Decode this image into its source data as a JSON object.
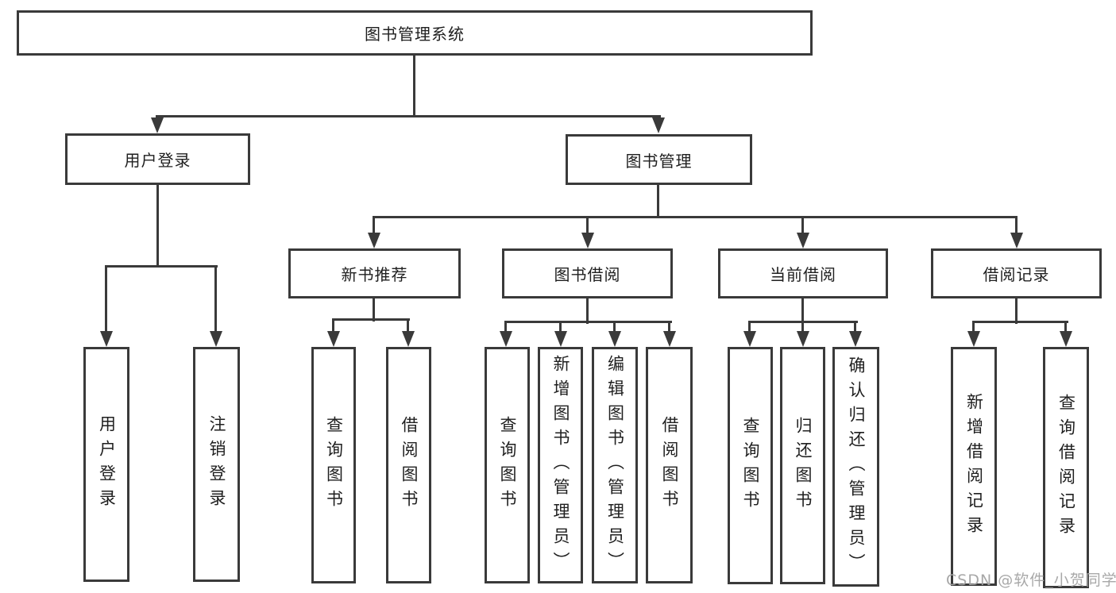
{
  "tree": {
    "root": {
      "label": "图书管理系统"
    },
    "branches": [
      {
        "label": "用户登录",
        "children": [
          {
            "label": "用户登录"
          },
          {
            "label": "注销登录"
          }
        ]
      },
      {
        "label": "图书管理",
        "children": [
          {
            "label": "新书推荐",
            "children": [
              {
                "label": "查询图书"
              },
              {
                "label": "借阅图书"
              }
            ]
          },
          {
            "label": "图书借阅",
            "children": [
              {
                "label": "查询图书"
              },
              {
                "label": "新增图书（管理员）"
              },
              {
                "label": "编辑图书（管理员）"
              },
              {
                "label": "借阅图书"
              }
            ]
          },
          {
            "label": "当前借阅",
            "children": [
              {
                "label": "查询图书"
              },
              {
                "label": "归还图书"
              },
              {
                "label": "确认归还（管理员）"
              }
            ]
          },
          {
            "label": "借阅记录",
            "children": [
              {
                "label": "新增借阅记录"
              },
              {
                "label": "查询借阅记录"
              }
            ]
          }
        ]
      }
    ]
  },
  "watermark": {
    "text": "CSDN @软件_小贺同学",
    "color": "#a3a3a3"
  },
  "colors": {
    "line": "#3a3a3a",
    "box_border": "#3a3a3a",
    "background": "#ffffff",
    "text": "#1f1f1f"
  }
}
